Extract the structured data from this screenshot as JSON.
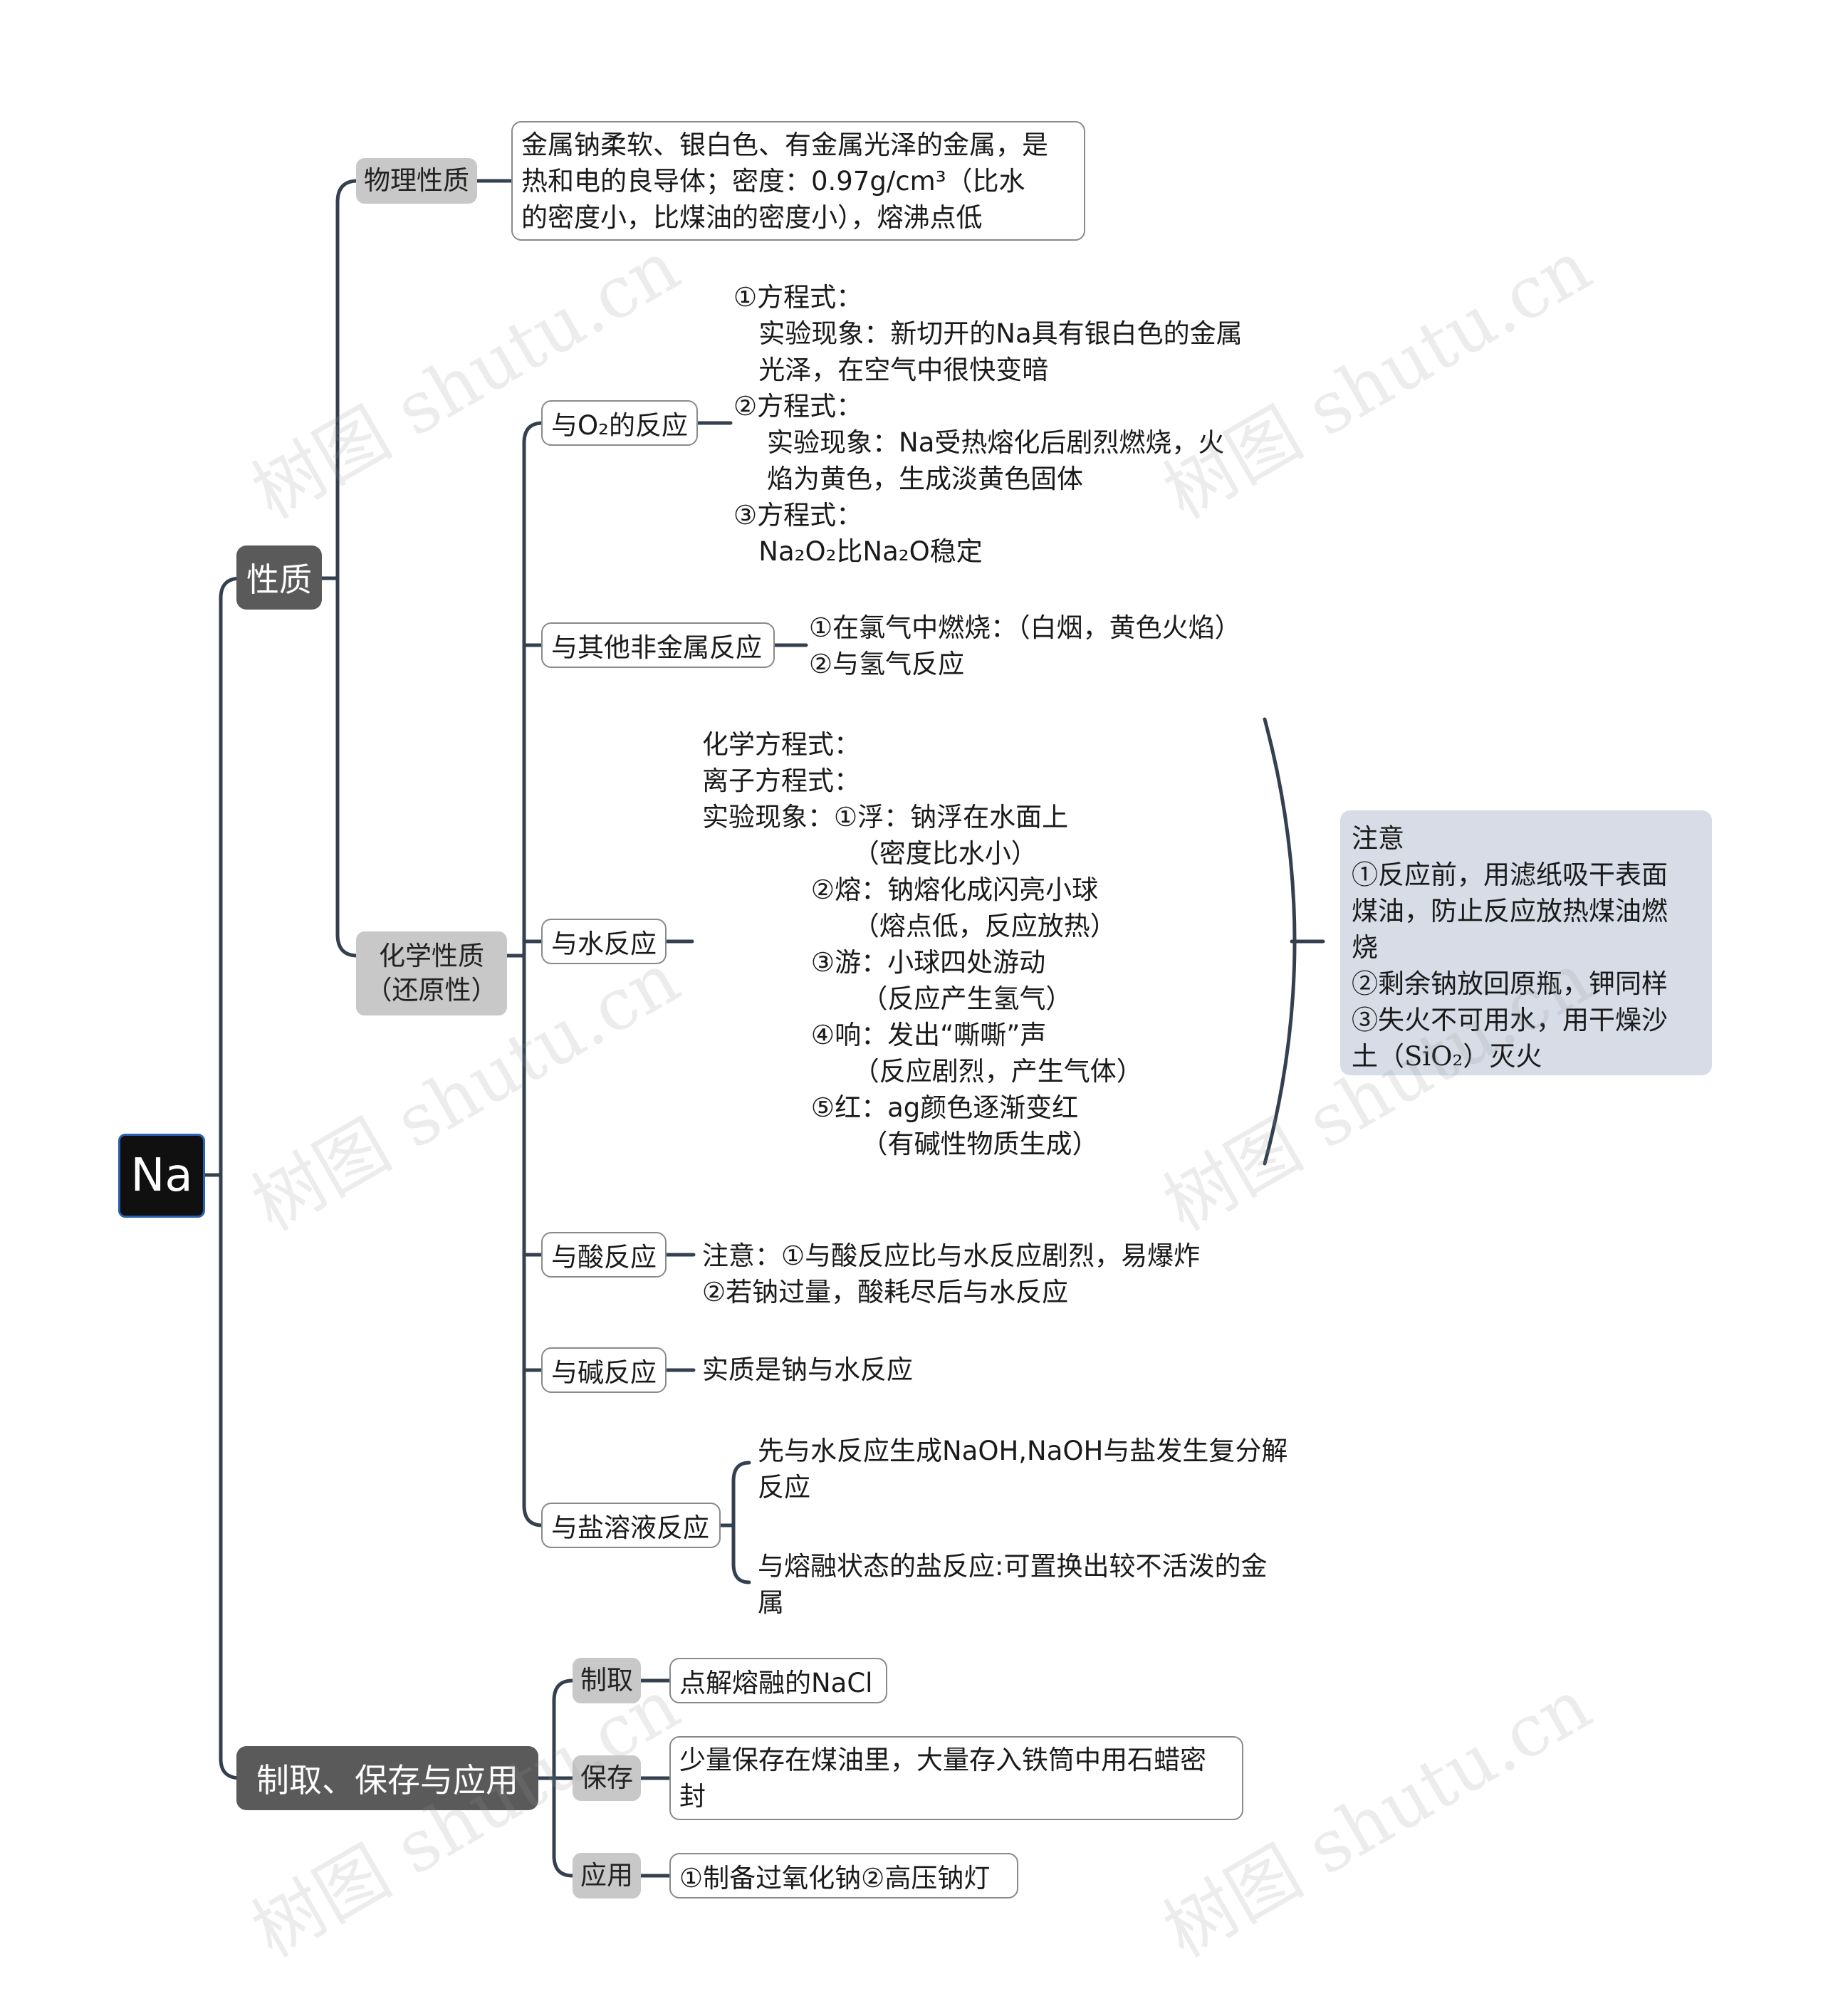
{
  "root": {
    "label": "Na"
  },
  "branches": {
    "properties": {
      "label": "性质"
    },
    "prep": {
      "label": "制取、保存与应用"
    }
  },
  "physical": {
    "label": "物理性质",
    "desc": [
      "金属钠柔软、银白色、有金属光泽的金属，是",
      "热和电的良导体；密度：0.97g/cm³（比水",
      "的密度小，比煤油的密度小），熔沸点低"
    ]
  },
  "chemical": {
    "label_line1": "化学性质",
    "label_line2": "（还原性）"
  },
  "reactions": {
    "o2": {
      "label": "与O₂的反应",
      "lines": [
        "①方程式：",
        "   实验现象：新切开的Na具有银白色的金属",
        "   光泽，在空气中很快变暗",
        "②方程式：",
        "    实验现象：Na受热熔化后剧烈燃烧，火",
        "    焰为黄色，生成淡黄色固体",
        "③方程式：",
        "   Na₂O₂比Na₂O稳定"
      ]
    },
    "nonmetal": {
      "label": "与其他非金属反应",
      "lines": [
        "①在氯气中燃烧：（白烟，黄色火焰）",
        "②与氢气反应"
      ]
    },
    "water": {
      "label": "与水反应",
      "lines": [
        "化学方程式：",
        "离子方程式：",
        "实验现象：①浮：钠浮在水面上",
        "                  （密度比水小）",
        "             ②熔：钠熔化成闪亮小球",
        "                  （熔点低，反应放热）",
        "             ③游：小球四处游动",
        "                   （反应产生氢气）",
        "             ④响：发出“嘶嘶”声",
        "                  （反应剧烈，产生气体）",
        "             ⑤红：ag颜色逐渐变红",
        "                   （有碱性物质生成）"
      ],
      "note": [
        "注意",
        "①反应前，用滤纸吸干表面",
        "煤油，防止反应放热煤油燃",
        "烧",
        "②剩余钠放回原瓶，钾同样",
        "③失火不可用水，用干燥沙",
        "土（SiO₂）灭火"
      ]
    },
    "acid": {
      "label": "与酸反应",
      "lines": [
        "注意：①与酸反应比与水反应剧烈，易爆炸",
        "②若钠过量，酸耗尽后与水反应"
      ]
    },
    "base": {
      "label": "与碱反应",
      "lines": [
        "实质是钠与水反应"
      ]
    },
    "salt": {
      "label": "与盐溶液反应",
      "item1": [
        "先与水反应生成NaOH,NaOH与盐发生复分解",
        "反应"
      ],
      "item2": [
        "与熔融状态的盐反应:可置换出较不活泼的金",
        "属"
      ]
    }
  },
  "prep_items": {
    "make": {
      "label": "制取",
      "desc": "点解熔融的NaCl"
    },
    "store": {
      "label": "保存",
      "desc": [
        "少量保存在煤油里，大量存入铁筒中用石蜡密",
        "封"
      ]
    },
    "use": {
      "label": "应用",
      "desc": "①制备过氧化钠②高压钠灯"
    }
  },
  "watermark": "树图 shutu.cn",
  "colors": {
    "connector": "#34404f",
    "root_border": "#2b5fb0",
    "note_bg": "#d7dce6"
  }
}
